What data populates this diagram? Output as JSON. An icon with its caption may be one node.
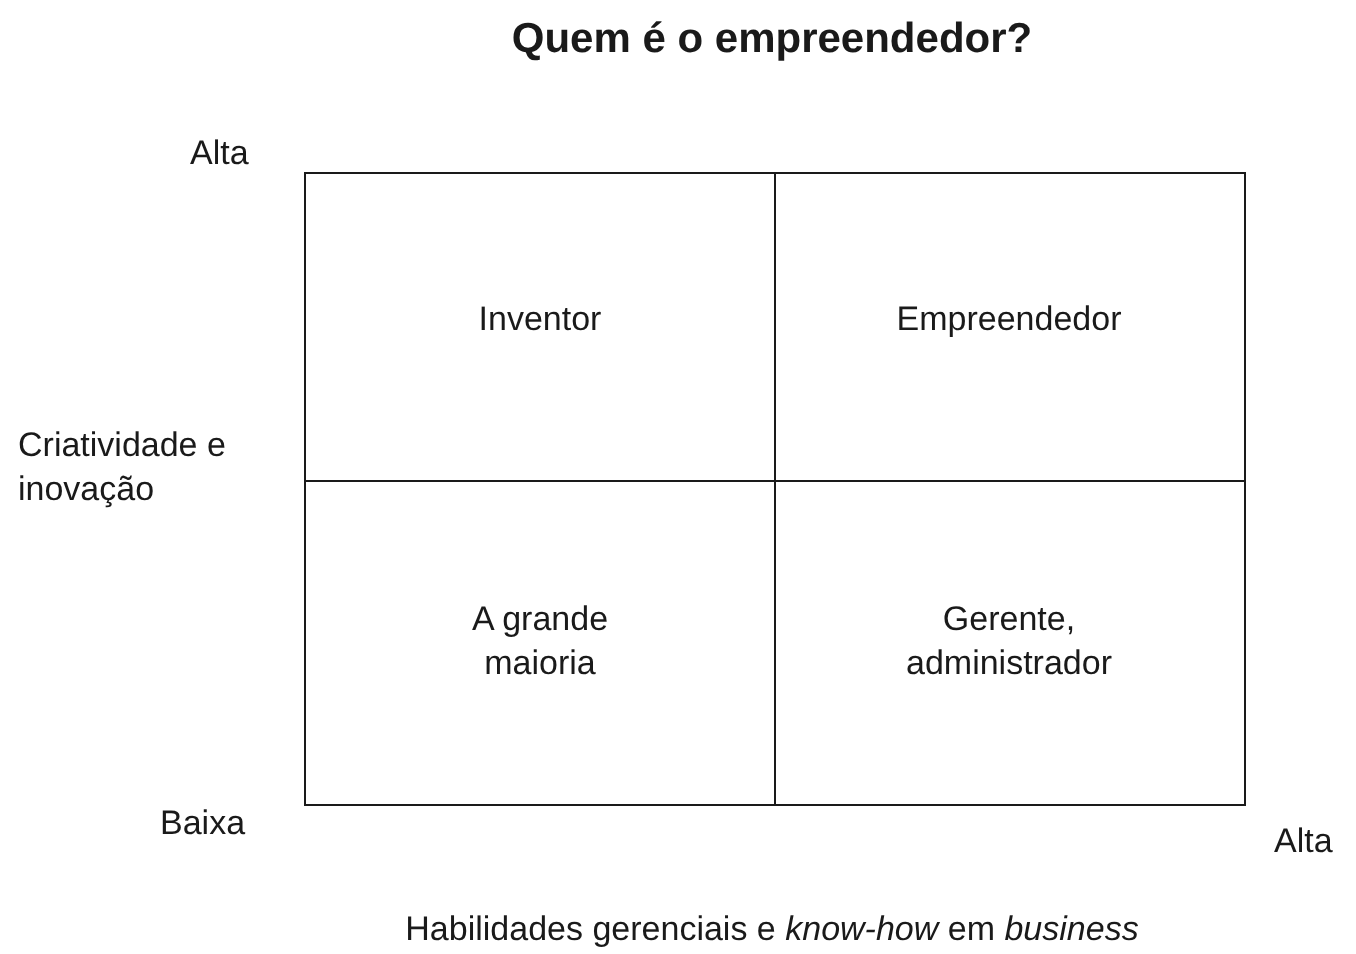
{
  "diagram": {
    "title": "Quem é o empreendedor?",
    "nodes": [
      {
        "text": [
          "Inventor"
        ]
      },
      {
        "text": [
          "Empreendedor"
        ]
      },
      {
        "text": [
          "A grande maioria"
        ]
      },
      {
        "text": [
          "Gerente, administrador"
        ]
      }
    ],
    "labels": [
      "Alta",
      "Criatividade e inovação",
      "Baixa",
      "Alta",
      "Habilidades gerenciais e *know-how* em *business*"
    ]
  }
}
